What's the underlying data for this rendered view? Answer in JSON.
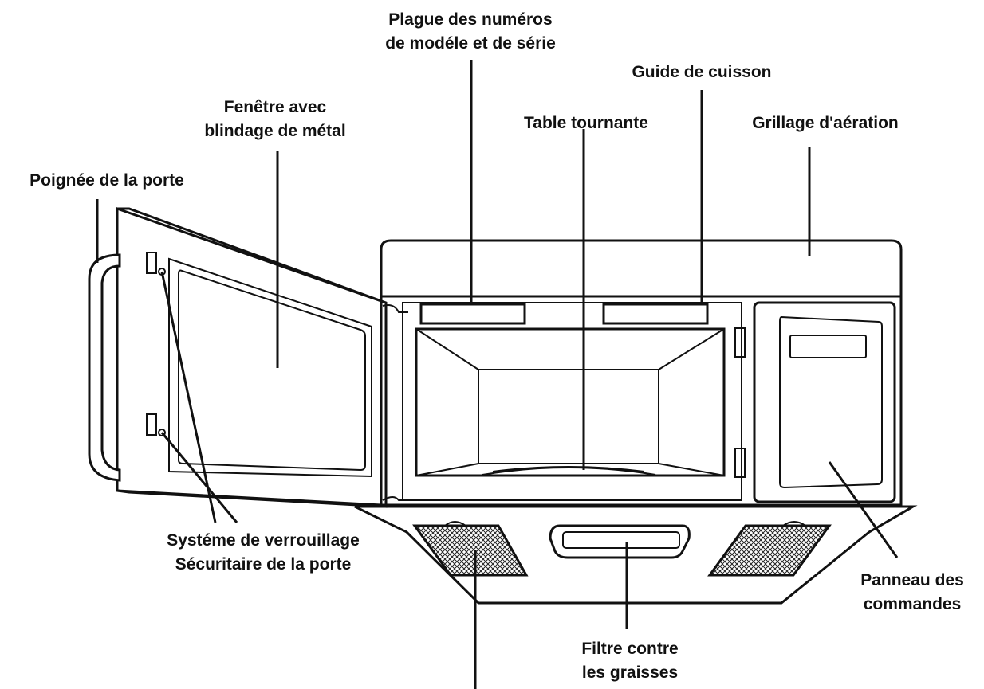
{
  "labels": {
    "plaque": [
      "Plague des numéros",
      "de modéle et de série"
    ],
    "guide": "Guide de cuisson",
    "fenetre": [
      "Fenêtre avec",
      "blindage de métal"
    ],
    "table": "Table tournante",
    "grillage": "Grillage d'aération",
    "poignee": "Poignée de la porte",
    "verrouillage": [
      "Systéme de verrouillage",
      "Sécuritaire de la porte"
    ],
    "panneau": [
      "Panneau des",
      "commandes"
    ],
    "filtre": [
      "Filtre contre",
      "les graisses"
    ]
  }
}
